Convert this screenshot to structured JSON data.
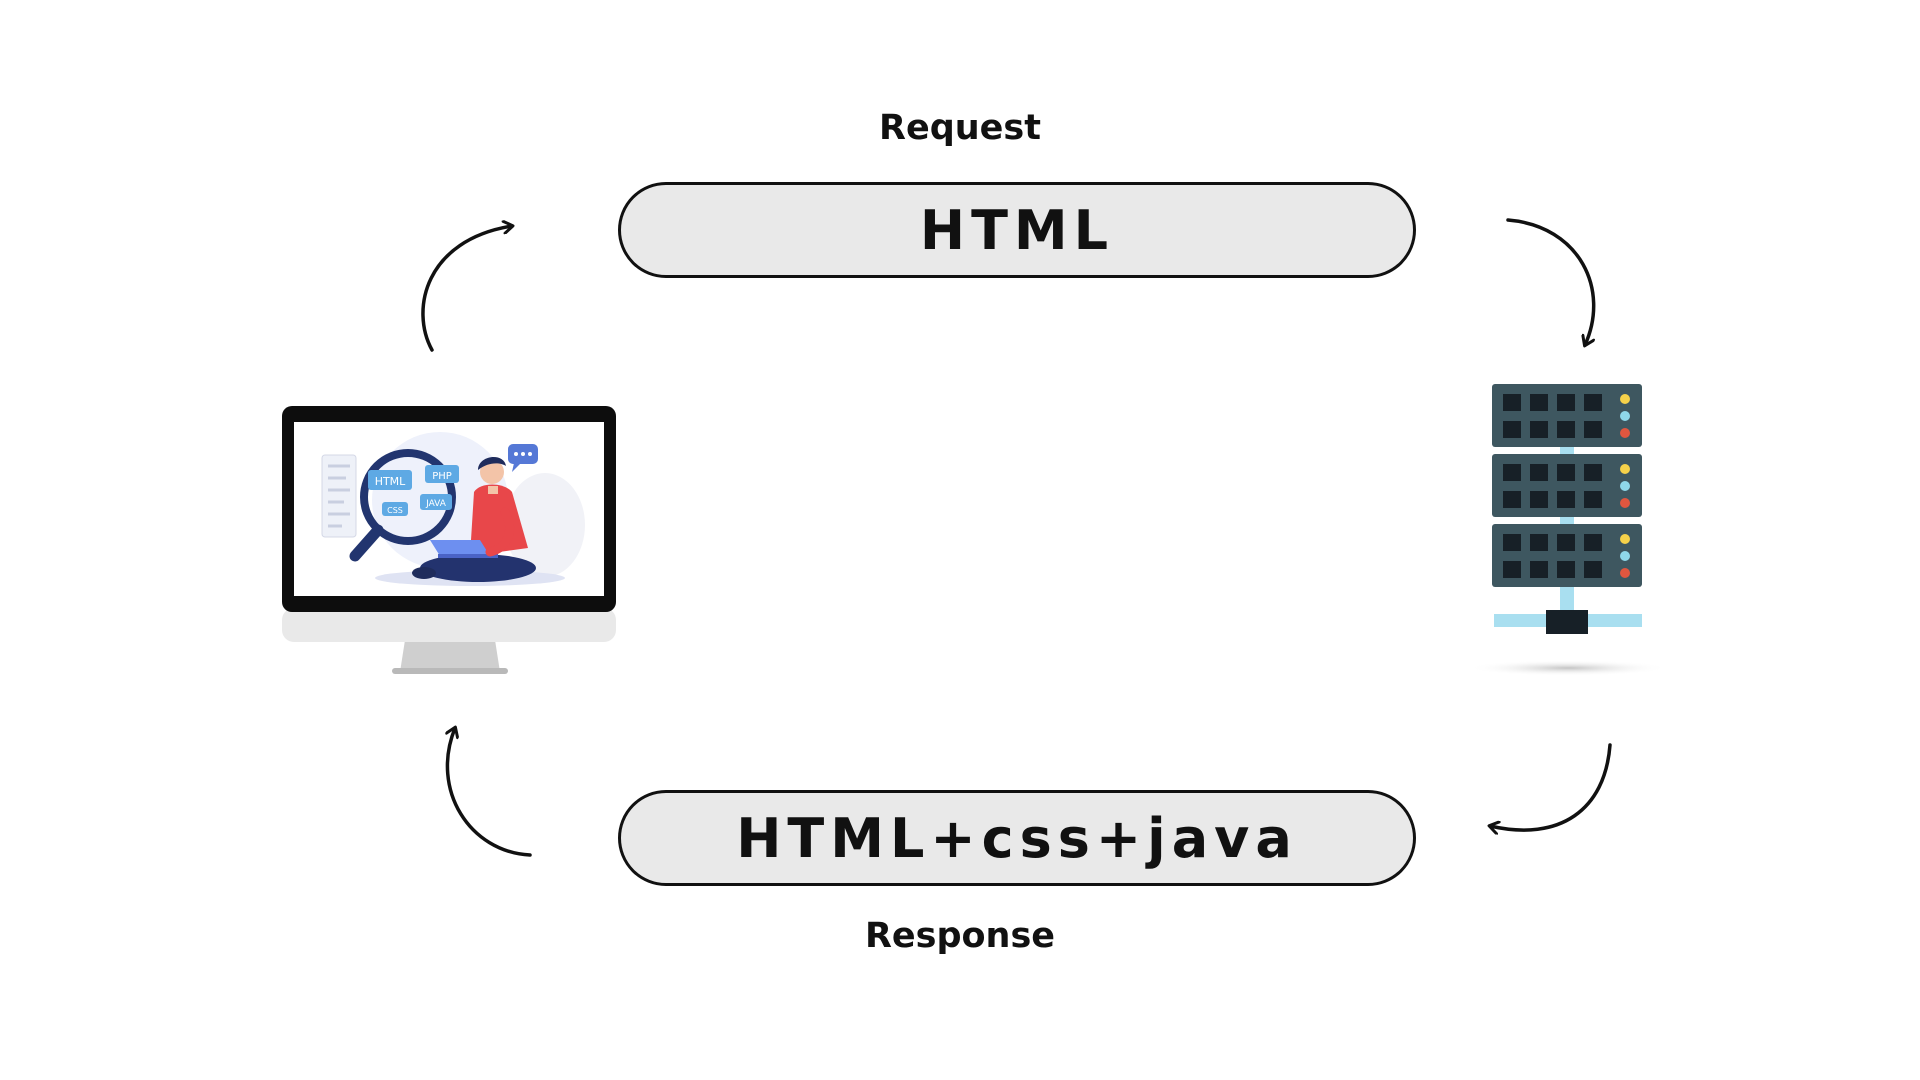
{
  "request": {
    "caption": "Request",
    "payload": "HTML"
  },
  "response": {
    "caption": "Response",
    "payload": "HTML+css+java"
  },
  "client_illustration": {
    "screen_tags": [
      "HTML",
      "PHP",
      "CSS",
      "JAVA"
    ]
  },
  "colors": {
    "pill_fill": "#e9e9e9",
    "outline": "#111111",
    "server_panel": "#3e5760",
    "server_slot": "#172027",
    "server_pipe": "#a9dff0",
    "led_yellow": "#f5d24a",
    "led_cyan": "#8fd8ea",
    "led_red": "#e0563f",
    "shirt_red": "#e8474a",
    "magnifier_blue": "#22356f"
  },
  "icons": [
    "arrow-request-out-icon",
    "arrow-request-in-icon",
    "arrow-response-out-icon",
    "arrow-response-in-icon",
    "computer-monitor-icon",
    "server-rack-icon"
  ]
}
